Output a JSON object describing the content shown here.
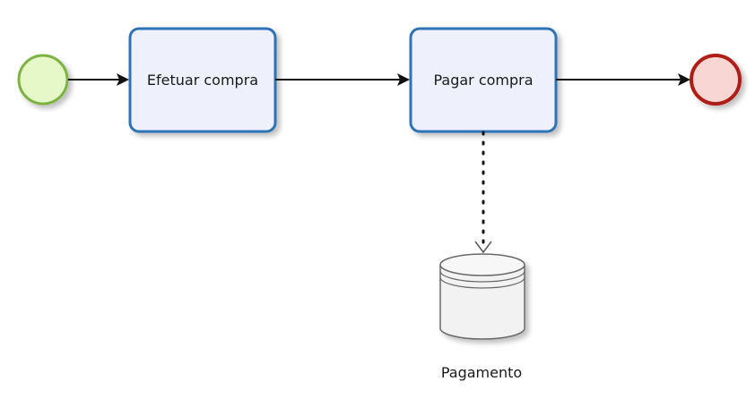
{
  "diagram": {
    "tasks": [
      {
        "label": "Efetuar compra"
      },
      {
        "label": "Pagar compra"
      }
    ],
    "data_store": {
      "label": "Pagamento"
    }
  },
  "colors": {
    "start_fill": "#e6f7c8",
    "start_stroke": "#7cb342",
    "end_fill": "#f7d6d4",
    "end_stroke": "#b01c14",
    "task_fill": "#eef1fb",
    "task_stroke": "#2f73b6",
    "flow_line": "#111111",
    "association_line": "#111111",
    "store_fill": "#f2f2f2",
    "store_stroke": "#6a6a6a"
  }
}
